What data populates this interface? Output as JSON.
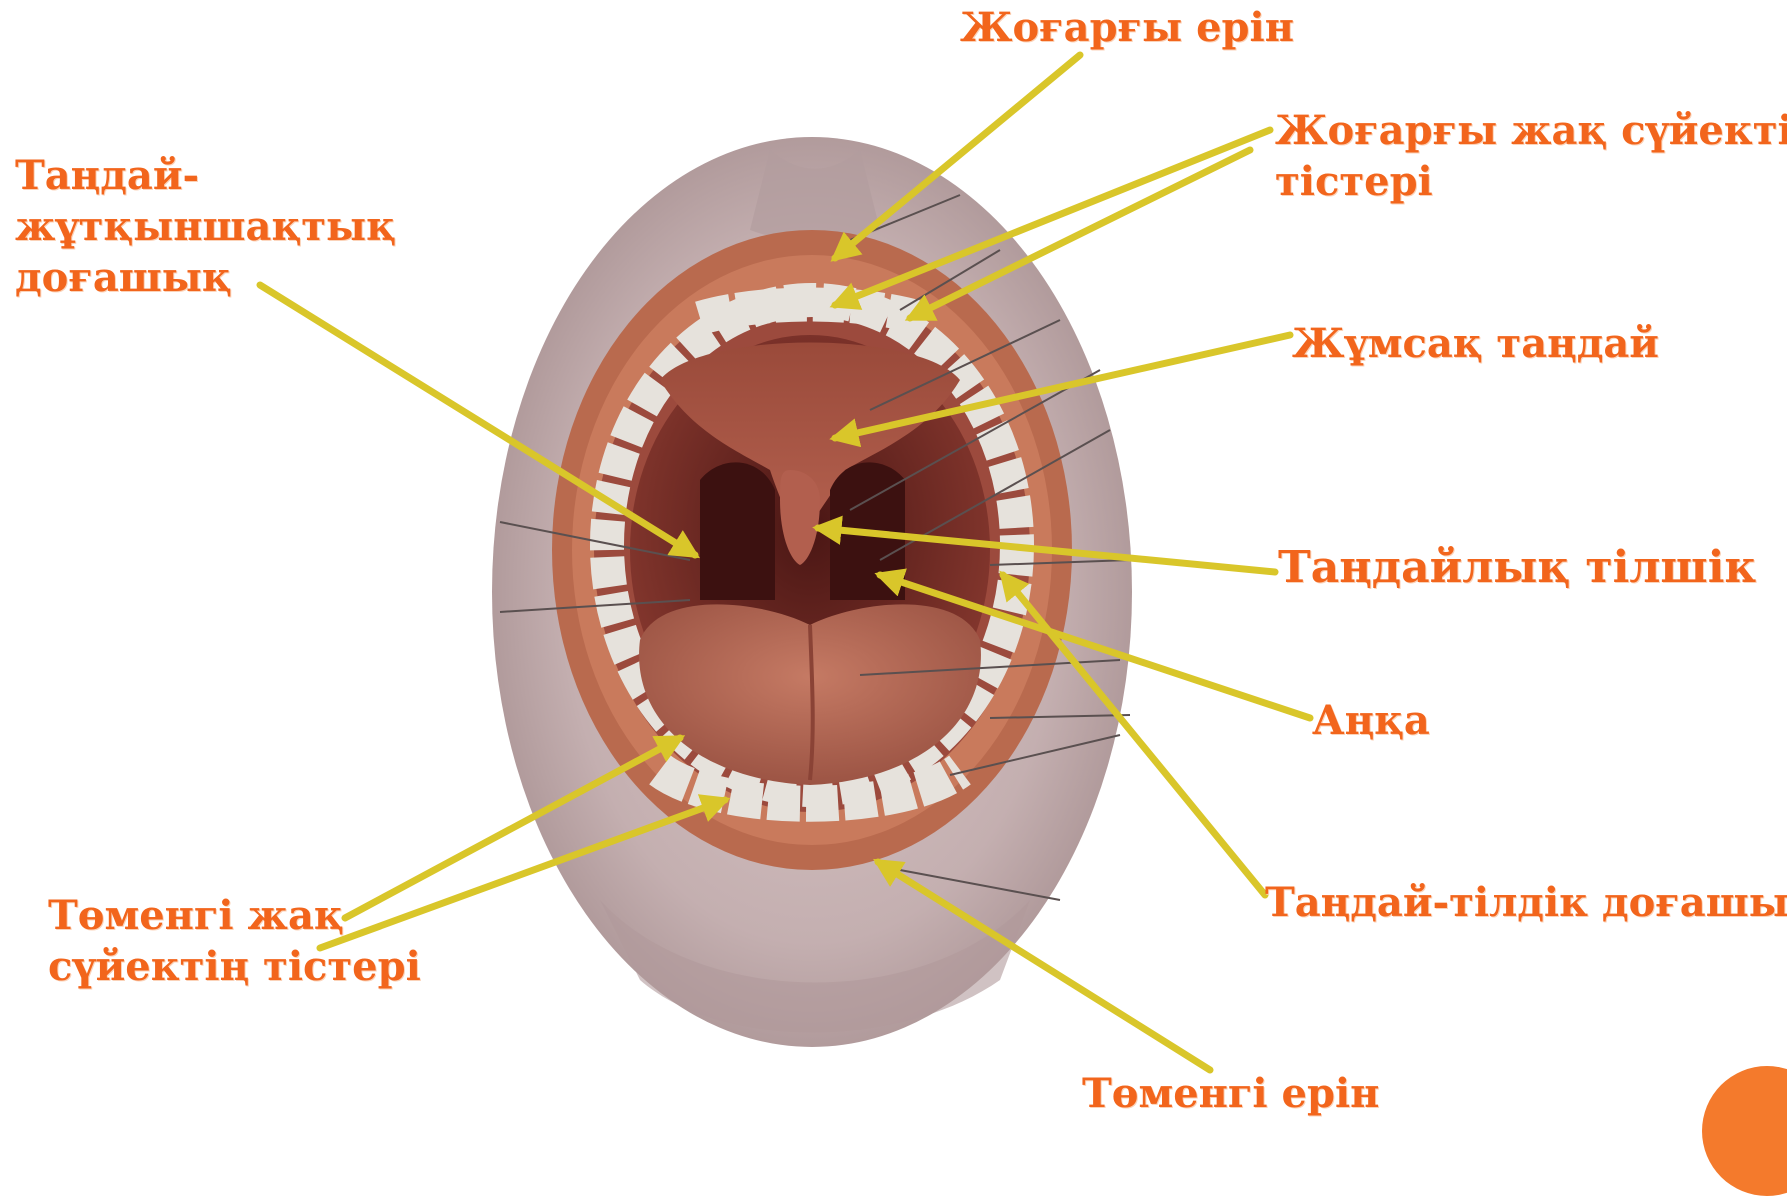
{
  "diagram": {
    "labels": {
      "upper_lip": "Жоғарғы ерін",
      "upper_teeth": [
        "Жоғарғы жақ сүйектің",
        "тістері"
      ],
      "palatopharyngeal_arch": [
        "Таңдай-",
        "жұтқыншақтық",
        "доғашық"
      ],
      "soft_palate": "Жұмсақ таңдай",
      "uvula": "Таңдайлық тілшік",
      "pharynx": "Аңқа",
      "palatoglossal_arch": "Таңдай-тілдік доғашық",
      "lower_teeth": [
        "Төменгі жақ",
        "сүйектің тістері"
      ],
      "lower_lip": "Төменгі ерін"
    },
    "colors": {
      "label": "#f2651c",
      "pointer_arrow": "#d9c62a",
      "leader_line": "#555555",
      "skin": "#c7b3b3",
      "lip": "#b9674a",
      "mouth_cavity": "#6e2a25",
      "tongue": "#b56a55",
      "teeth": "#e6e2dc",
      "badge": "#f47a2c"
    }
  }
}
